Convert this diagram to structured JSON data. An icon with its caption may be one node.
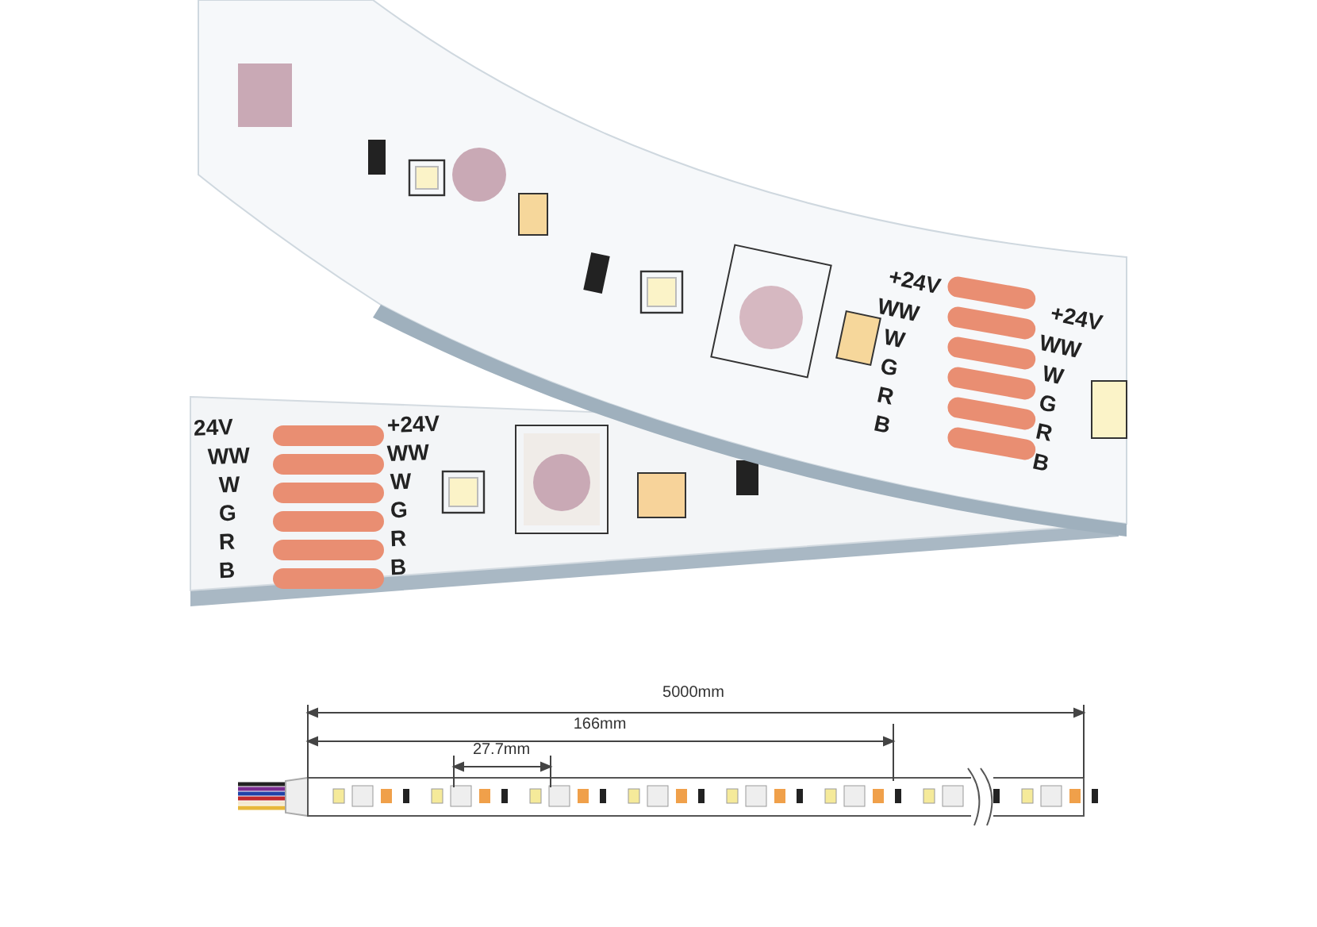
{
  "diagram": {
    "labels": [
      "+24V",
      "WW",
      "W",
      "G",
      "R",
      "B",
      "+24V",
      "WW",
      "W",
      "G",
      "R",
      "B",
      "24V",
      "WW",
      "W",
      "G",
      "R",
      "B",
      "+24V",
      "WW",
      "W",
      "G",
      "R",
      "B",
      "5000mm",
      "166mm",
      "27.7mm"
    ]
  }
}
